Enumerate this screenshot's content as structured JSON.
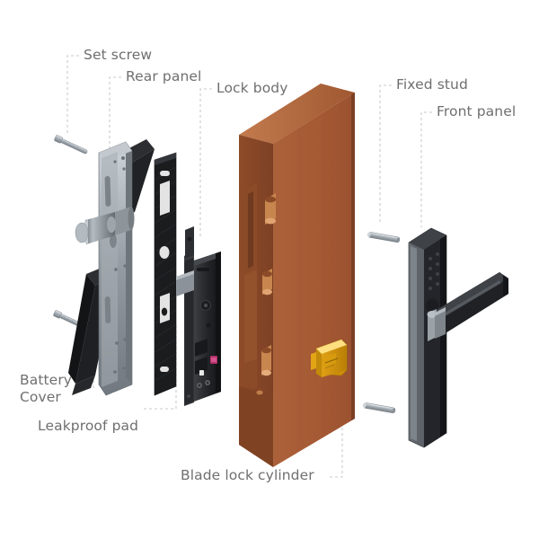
{
  "diagram": {
    "title": "Exploded view of smart door lock assembly",
    "background_color": "#ffffff",
    "label_color": "#6f6f6f",
    "leader_color": "#c9c9c9"
  },
  "labels": {
    "set_screw": "Set screw",
    "rear_panel": "Rear panel",
    "lock_body": "Lock body",
    "fixed_stud": "Fixed stud",
    "front_panel": "Front panel",
    "battery_cover_line1": "Battery",
    "battery_cover_line2": "Cover",
    "leakproof_pad": "Leakproof pad",
    "blade_lock_cylinder": "Blade lock cylinder"
  },
  "parts": {
    "door": {
      "name": "door-slab",
      "face_color": "#a55a33",
      "edge_color": "#8c4a29",
      "top_color": "#bd7busy"
    },
    "cylinder": {
      "name": "blade-lock-cylinder",
      "color": "#e8a81c",
      "highlight": "#ffd766"
    },
    "front_panel": {
      "name": "front-panel",
      "color": "#3b3d40",
      "handle_color": "#2e3033",
      "keypad_rows": 4,
      "keypad_cols": 2
    },
    "rear_panel": {
      "name": "rear-panel",
      "color": "#9aa0a6"
    },
    "battery_cover": {
      "name": "battery-cover",
      "color": "#242424"
    },
    "leakproof_pad": {
      "name": "leakproof-pad",
      "color": "#1f1f1f"
    },
    "lock_body": {
      "name": "lock-body",
      "color": "#2a2a2c"
    },
    "set_screw": {
      "name": "set-screw",
      "color": "#b9c2c9",
      "count": 2
    },
    "fixed_stud": {
      "name": "fixed-stud",
      "color": "#b9c2c9",
      "count": 2
    }
  }
}
